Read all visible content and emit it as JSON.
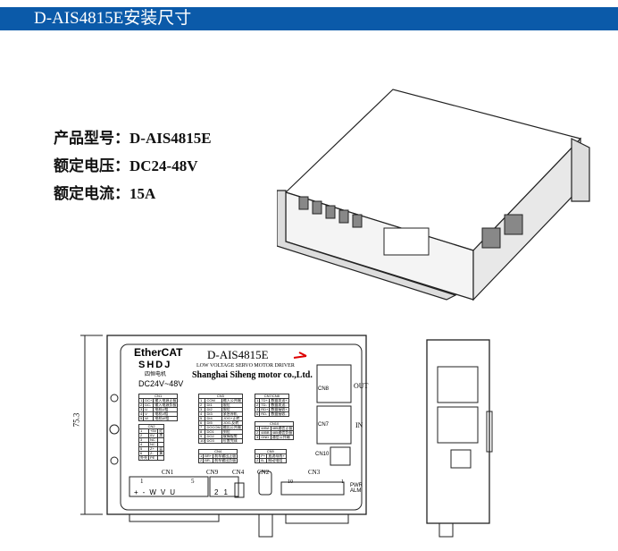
{
  "header": {
    "title": "D-AIS4815E安装尺寸"
  },
  "specs": [
    {
      "label": "产品型号：",
      "value": "D-AIS4815E"
    },
    {
      "label": "额定电压：",
      "value": "DC24-48V"
    },
    {
      "label": "额定电流：",
      "value": "15A"
    }
  ],
  "front": {
    "brand": "EtherCAT",
    "logo": "SHDJ",
    "logo_sub": "四恒电机",
    "model": "D-AIS4815E",
    "subtitle": "LOW VOLTAGE SERVO MOTOR DRIVER",
    "company": "Shanghai Siheng motor co.,Ltd.",
    "voltage": "DC24V~48V",
    "dimension": "75.3",
    "connectors": [
      "CN1",
      "CN9",
      "CN4",
      "CN2",
      "CN3"
    ],
    "cn1_pins": [
      "+",
      "-",
      "W",
      "V",
      "U"
    ],
    "cn1_start": "1",
    "cn1_end": "5",
    "cn9_pins": [
      "2",
      "1"
    ],
    "cn3_start": "10",
    "cn3_end": "1",
    "cn8": "CN8",
    "cn7": "CN7",
    "cn10": "CN10",
    "out": "OUT",
    "in": "IN",
    "led": "PWR ALM",
    "tables": [
      {
        "title": "CN1",
        "rows": [
          [
            "1",
            "DC+",
            "输入电源正极"
          ],
          [
            "2",
            "DC-",
            "输入电源负极"
          ],
          [
            "3",
            "U",
            "电机U相"
          ],
          [
            "4",
            "V",
            "电机V相"
          ],
          [
            "5",
            "W",
            "电机W相"
          ]
        ]
      },
      {
        "title": "CN2",
        "rows": [
          [
            "1",
            "+5V",
            "红"
          ],
          [
            "2",
            "0V",
            "黑"
          ],
          [
            "3",
            "NC",
            ""
          ],
          [
            "4",
            "NC",
            ""
          ],
          [
            "5",
            "Z+",
            "蓝"
          ],
          [
            "6",
            "Z-",
            "黄"
          ],
          [
            "外壳",
            "PE",
            ""
          ]
        ]
      },
      {
        "title": "CN3",
        "rows": [
          [
            "1",
            "COM",
            "输入公共端"
          ],
          [
            "2",
            "DI1",
            "限位"
          ],
          [
            "3",
            "DI2",
            "限位"
          ],
          [
            "4",
            "DI3",
            "紧急停机"
          ],
          [
            "5",
            "DI4",
            "JOG+正转"
          ],
          [
            "6",
            "DI5",
            "JOG-反转"
          ],
          [
            "7",
            "DOCOM",
            "输出公共端"
          ],
          [
            "8",
            "DO1",
            "到位"
          ],
          [
            "9",
            "DO2",
            "故障报警"
          ],
          [
            "10",
            "DO3",
            "位置完成"
          ]
        ]
      },
      {
        "title": "CN4",
        "rows": [
          [
            "1",
            "BR+",
            "刹车输出正极"
          ],
          [
            "2",
            "BR-",
            "刹车输出负极"
          ]
        ]
      },
      {
        "title": "CN7/CN8",
        "rows": [
          [
            "1",
            "TD+",
            "数据发送+"
          ],
          [
            "2",
            "TD-",
            "数据发送-"
          ],
          [
            "3",
            "RD+",
            "数据接收+"
          ],
          [
            "6",
            "RD-",
            "数据接收-"
          ]
        ]
      },
      {
        "title": "CN10",
        "rows": [
          [
            "1",
            "485A",
            "485通信正极"
          ],
          [
            "2",
            "485B",
            "485通信负极"
          ],
          [
            "3",
            "GND",
            "通信公共端"
          ]
        ]
      },
      {
        "title": "CN9",
        "rows": [
          [
            "1",
            "P+",
            "直流母线+"
          ],
          [
            "2",
            "B-",
            "制动电阻"
          ]
        ]
      }
    ]
  }
}
